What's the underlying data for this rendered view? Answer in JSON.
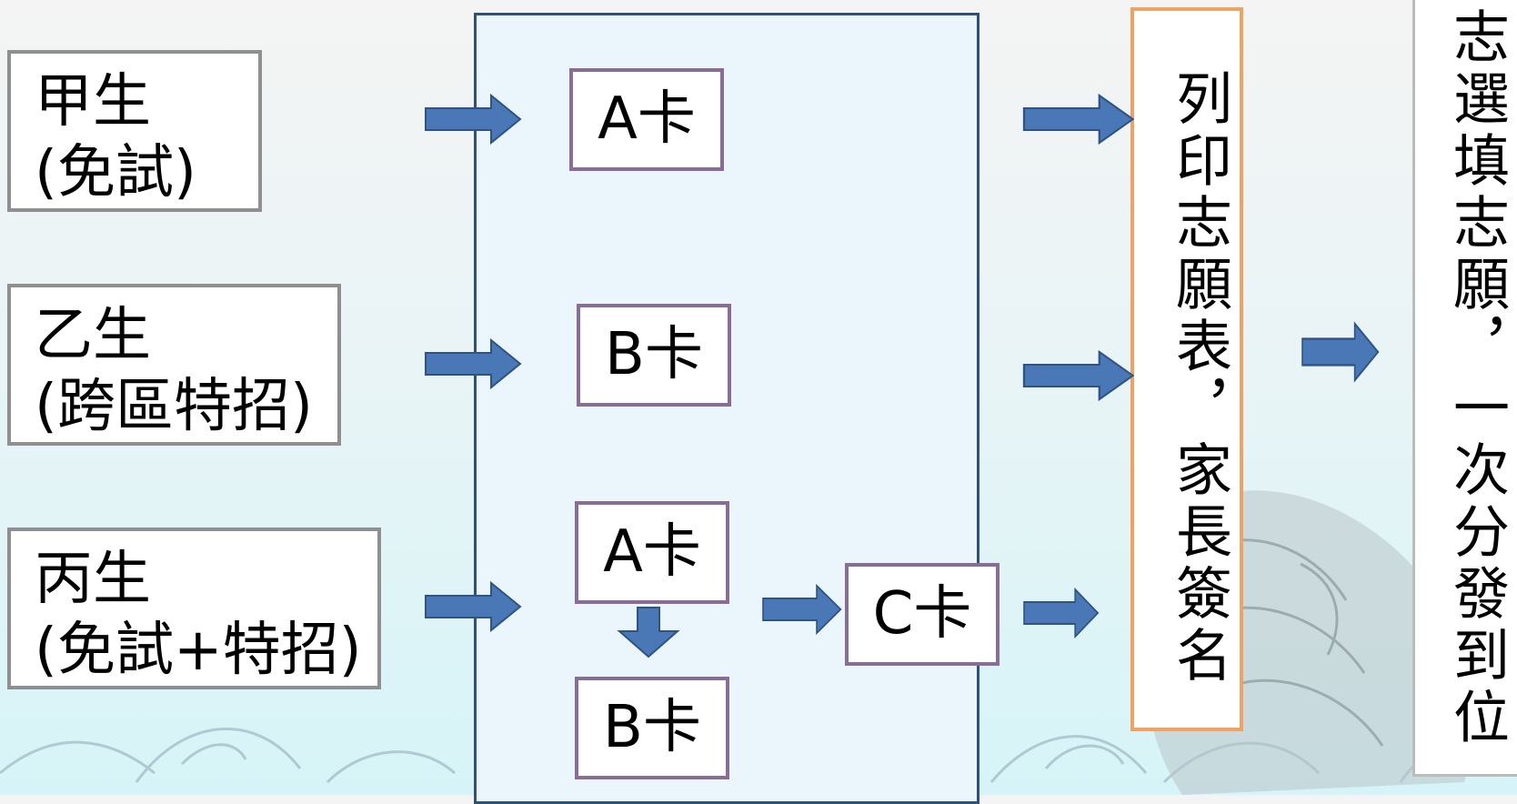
{
  "students": [
    {
      "name": "甲生",
      "note": "(免試)"
    },
    {
      "name": "乙生",
      "note": "(跨區特招)"
    },
    {
      "name": "丙生",
      "note": "(免試+特招)"
    }
  ],
  "cards": {
    "a1": "A卡",
    "b1": "B卡",
    "a2": "A卡",
    "b2": "B卡",
    "c": "C卡"
  },
  "steps": {
    "print_form": "列印志願表，家長簽名",
    "fill": "志選填志願，一次分發到位"
  },
  "colors": {
    "arrow": "#4a78b6",
    "arrow_border": "#2f5384",
    "card_border": "#8a6d97",
    "panel_border": "#2f5179",
    "panel_fill": "#eaf6fb",
    "orange_border": "#f0a265",
    "student_border": "#8f8f8f"
  }
}
